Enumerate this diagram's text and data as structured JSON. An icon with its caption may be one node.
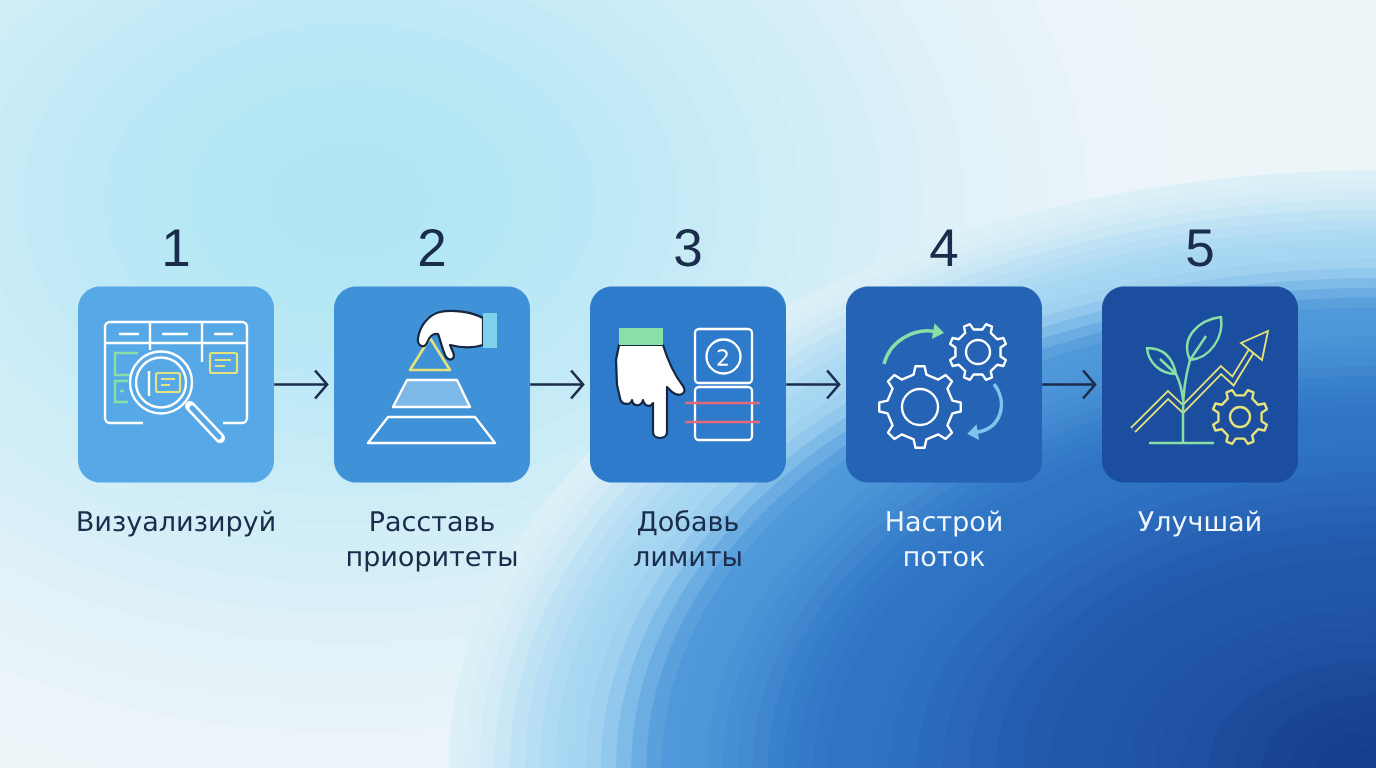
{
  "diagram": {
    "nodes": [
      {
        "text": [
          "1"
        ],
        "beside": [
          "Визуализируй"
        ]
      },
      {
        "text": [
          "2"
        ],
        "beside": [
          "Расставь приоритеты"
        ]
      },
      {
        "text": [
          "3"
        ],
        "beside": [
          "Добавь лимиты"
        ]
      },
      {
        "text": [
          "4"
        ],
        "beside": [
          "Настрой поток"
        ]
      },
      {
        "text": [
          "5"
        ],
        "beside": [
          "Улучшай"
        ]
      }
    ],
    "edges": [
      {
        "from": 0,
        "to": 1,
        "arrow": "to"
      },
      {
        "from": 1,
        "to": 2,
        "arrow": "to"
      },
      {
        "from": 2,
        "to": 3,
        "arrow": "to"
      },
      {
        "from": 3,
        "to": 4,
        "arrow": "to"
      }
    ],
    "labels": [
      "2"
    ]
  }
}
